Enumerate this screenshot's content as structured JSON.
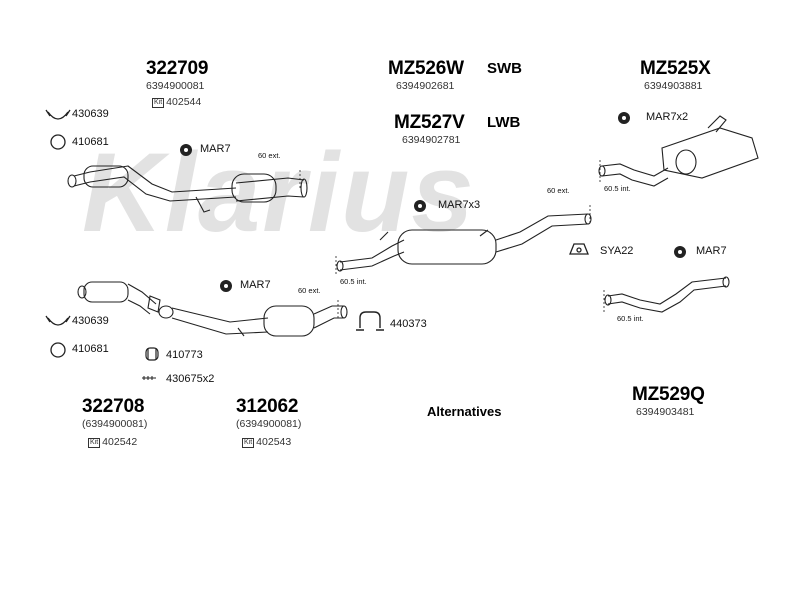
{
  "watermark": "Klarius",
  "top_left": {
    "part": "322709",
    "oe": "6394900081",
    "kit": "402544"
  },
  "top_mid": {
    "swb_part": "MZ526W",
    "swb_tag": "SWB",
    "swb_oe": "6394902681",
    "lwb_part": "MZ527V",
    "lwb_tag": "LWB",
    "lwb_oe": "6394902781"
  },
  "top_right": {
    "part": "MZ525X",
    "oe": "6394903881"
  },
  "bottom_left": {
    "part": "322708",
    "oe": "(6394900081)",
    "kit": "402542"
  },
  "bottom_mid": {
    "part": "312062",
    "oe": "(6394900081)",
    "kit": "402543"
  },
  "bottom_right": {
    "part": "MZ529Q",
    "oe": "6394903481"
  },
  "kit_marker": "Kit",
  "alternatives": "Alternatives",
  "fittings": {
    "clamp_top": "430639",
    "ring_top": "410681",
    "mar7_a": "MAR7",
    "clamp_bottom": "430639",
    "ring_bottom": "410681",
    "mar7_b": "MAR7",
    "gasket": "410773",
    "bolts": "430675x2",
    "bracket": "440373",
    "mar7x3": "MAR7x3",
    "mar7x2": "MAR7x2",
    "sya22": "SYA22",
    "mar7_c": "MAR7"
  },
  "dims": {
    "ext_1": "60 ext.",
    "ext_2": "60 ext.",
    "ext_3": "60 ext.",
    "int_1": "60.5 int.",
    "int_2": "60.5 int.",
    "int_3": "60.5 int."
  }
}
